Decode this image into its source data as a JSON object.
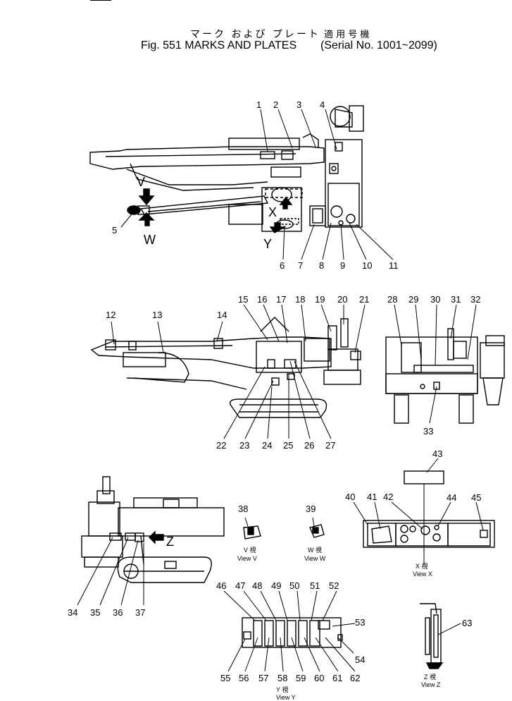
{
  "title": {
    "jp": "マーク および プレート",
    "fig": "Fig. 551 MARKS AND PLATES",
    "serial_jp": "適 用 号 機",
    "serial": "(Serial No. 1001~2099)"
  },
  "callouts": [
    "1",
    "2",
    "3",
    "4",
    "5",
    "6",
    "7",
    "8",
    "9",
    "10",
    "11",
    "12",
    "13",
    "14",
    "15",
    "16",
    "17",
    "18",
    "19",
    "20",
    "21",
    "22",
    "23",
    "24",
    "25",
    "26",
    "27",
    "28",
    "29",
    "30",
    "31",
    "32",
    "33",
    "34",
    "35",
    "36",
    "37",
    "38",
    "39",
    "40",
    "41",
    "42",
    "43",
    "44",
    "45",
    "46",
    "47",
    "48",
    "49",
    "50",
    "51",
    "52",
    "53",
    "54",
    "55",
    "56",
    "57",
    "58",
    "59",
    "60",
    "61",
    "62",
    "63"
  ],
  "view_letters": {
    "v": "V",
    "w": "W",
    "x": "X",
    "y": "Y",
    "z": "Z"
  },
  "view_labels": {
    "v": {
      "jp": "V 視",
      "en": "View V"
    },
    "w": {
      "jp": "W 視",
      "en": "View W"
    },
    "x": {
      "jp": "X 視",
      "en": "View X"
    },
    "y": {
      "jp": "Y 視",
      "en": "View Y"
    },
    "z": {
      "jp": "Z 視",
      "en": "View Z"
    }
  }
}
